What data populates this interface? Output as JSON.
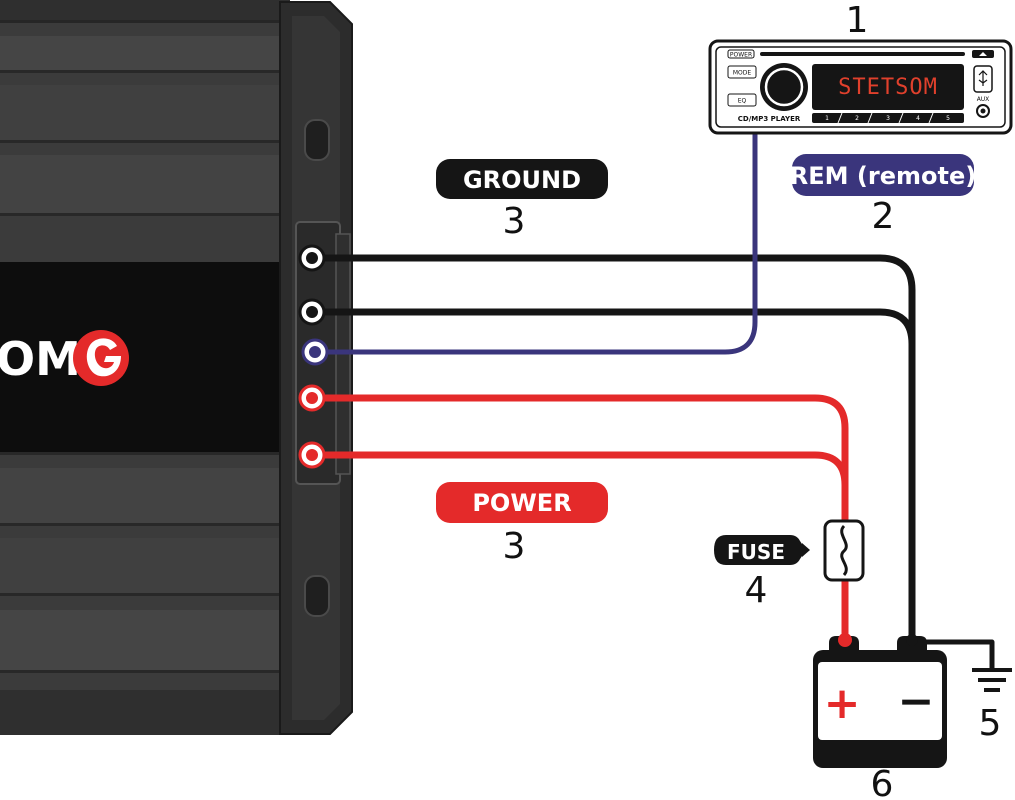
{
  "head_unit": {
    "number": "1",
    "display_text": "STETSOM",
    "model_label": "CD/MP3 PLAYER",
    "power_label": "POWER",
    "mode_label": "MODE",
    "eq_label": "EQ",
    "aux_label": "AUX",
    "preset_buttons": [
      "1",
      "2",
      "3",
      "4",
      "5"
    ]
  },
  "amplifier": {
    "brand_fragment": "OM"
  },
  "labels": {
    "ground": {
      "text": "GROUND",
      "number": "3"
    },
    "remote": {
      "text": "REM (remote)",
      "number": "2"
    },
    "power": {
      "text": "POWER",
      "number": "3"
    },
    "fuse": {
      "text": "FUSE",
      "number": "4"
    },
    "chassis_ground": {
      "number": "5"
    },
    "battery": {
      "number": "6",
      "positive": "+",
      "negative": "−"
    }
  },
  "colors": {
    "ground_wire": "#151515",
    "remote_wire": "#3a357c",
    "power_wire": "#e42a2a",
    "ground_pill": "#151515",
    "remote_pill": "#3a357c",
    "power_pill": "#e42a2a",
    "amp_body": "#3c3c3c",
    "brand_red": "#e42a2a"
  }
}
